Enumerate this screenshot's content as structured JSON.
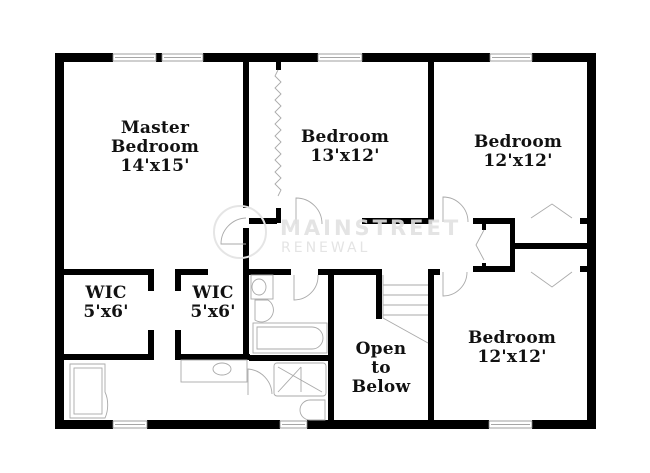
{
  "floorplan": {
    "rooms": [
      {
        "id": "master-bedroom",
        "name_line1": "Master",
        "name_line2": "Bedroom",
        "size": "14'x15'"
      },
      {
        "id": "bedroom-2",
        "name": "Bedroom",
        "size": "13'x12'"
      },
      {
        "id": "bedroom-3",
        "name": "Bedroom",
        "size": "12'x12'"
      },
      {
        "id": "bedroom-4",
        "name": "Bedroom",
        "size": "12'x12'"
      },
      {
        "id": "wic-1",
        "name": "WIC",
        "size": "5'x6'"
      },
      {
        "id": "wic-2",
        "name": "WIC",
        "size": "5'x6'"
      },
      {
        "id": "open-to-below",
        "line1": "Open",
        "line2": "to",
        "line3": "Below"
      }
    ],
    "watermark": {
      "line1": "MAINSTREET",
      "line2": "RENEWAL"
    },
    "colors": {
      "wall": "#000000",
      "fixture": "#9a9a9a",
      "background": "#ffffff",
      "watermark": "#e0e0e0"
    }
  }
}
